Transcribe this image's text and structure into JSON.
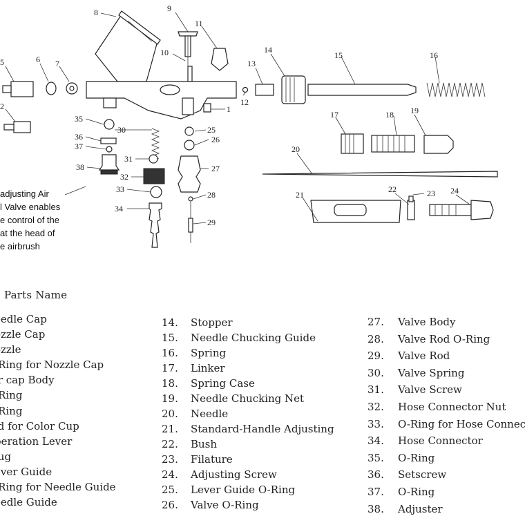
{
  "callouts": [
    "1",
    "2",
    "5",
    "6",
    "7",
    "8",
    "9",
    "10",
    "11",
    "12",
    "13",
    "14",
    "15",
    "16",
    "17",
    "18",
    "19",
    "20",
    "21",
    "22",
    "23",
    "24",
    "25",
    "26",
    "27",
    "28",
    "29",
    "30",
    "31",
    "32",
    "33",
    "34",
    "35",
    "36",
    "37",
    "38"
  ],
  "note_lines": [
    "adjusting Air",
    "l Valve enables",
    "e control of the",
    "at the head of",
    "e airbrush"
  ],
  "parts_title": "Parts Name",
  "parts_col1": [
    "eedle Cap",
    "ozzle Cap",
    "ozzle",
    "-Ring for Nozzle Cap",
    "ir cap Body",
    "-Ring",
    "-Ring",
    "id for Color Cup",
    "peration Lever",
    "lug",
    "ever Guide",
    "-Ring for Needle Guide",
    "eedle Guide"
  ],
  "parts_col2": [
    {
      "no": "14.",
      "name": "Stopper"
    },
    {
      "no": "15.",
      "name": "Needle Chucking Guide"
    },
    {
      "no": "16.",
      "name": "Spring"
    },
    {
      "no": "17.",
      "name": "Linker"
    },
    {
      "no": "18.",
      "name": "Spring Case"
    },
    {
      "no": "19.",
      "name": "Needle Chucking Net"
    },
    {
      "no": "20.",
      "name": "Needle"
    },
    {
      "no": "21.",
      "name": "Standard-Handle Adjusting"
    },
    {
      "no": "22.",
      "name": "Bush"
    },
    {
      "no": "23.",
      "name": "Filature"
    },
    {
      "no": "24.",
      "name": "Adjusting Screw"
    },
    {
      "no": "25.",
      "name": "Lever Guide O-Ring"
    },
    {
      "no": "26.",
      "name": "Valve O-Ring"
    }
  ],
  "parts_col3": [
    {
      "no": "27.",
      "name": "Valve Body"
    },
    {
      "no": "28.",
      "name": "Valve Rod O-Ring"
    },
    {
      "no": "29.",
      "name": "Valve Rod"
    },
    {
      "no": "30.",
      "name": "Valve Spring"
    },
    {
      "no": "31.",
      "name": "Valve Screw"
    },
    {
      "no": "32.",
      "name": "Hose Connector Nut"
    },
    {
      "no": "33.",
      "name": "O-Ring for Hose Connec"
    },
    {
      "no": "34.",
      "name": "Hose Connector"
    },
    {
      "no": "35.",
      "name": "O-Ring"
    },
    {
      "no": "36.",
      "name": "Setscrew"
    },
    {
      "no": "37.",
      "name": "O-Ring"
    },
    {
      "no": "38.",
      "name": "Adjuster"
    }
  ]
}
